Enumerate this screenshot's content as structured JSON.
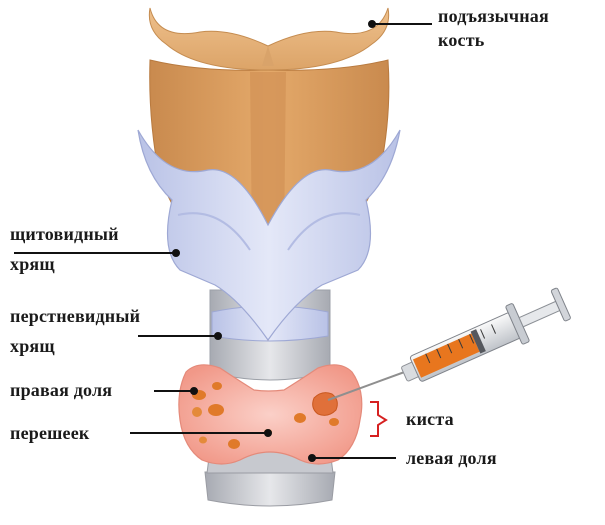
{
  "labels": {
    "hyoid_bone": [
      "подъязычная",
      "кость"
    ],
    "thyroid_cartilage": [
      "щитовидный",
      "хрящ"
    ],
    "cricoid_cartilage": [
      "перстневидный",
      "хрящ"
    ],
    "right_lobe": "правая доля",
    "isthmus": "перешеек",
    "cyst": "киста",
    "left_lobe": "левая доля"
  },
  "colors": {
    "hyoid": "#e8b882",
    "thyroid_cartilage_upper": "#d99a5c",
    "cartilage_blue": "#cdd5f0",
    "cricoid_gray": "#b9bcc4",
    "thyroid_gland": "#f4a89a",
    "gland_spots": "#e07a2a",
    "cyst": "#e0703a",
    "syringe_fluid": "#e8761e",
    "leader_lines": "#111111",
    "bracket": "#d62020"
  }
}
